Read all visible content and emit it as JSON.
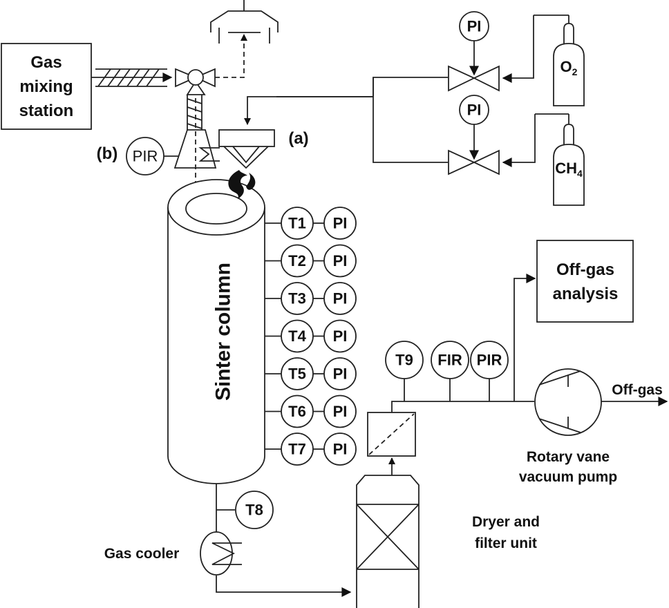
{
  "diagram": {
    "title": "Sinter column experimental setup",
    "units": {
      "gas_mixing_station": [
        "Gas",
        "mixing",
        "station"
      ],
      "off_gas_analysis": [
        "Off-gas",
        "analysis"
      ],
      "sinter_column": "Sinter column",
      "gas_cooler": "Gas cooler",
      "dryer_filter": [
        "Dryer and",
        "filter unit"
      ],
      "vacuum_pump": [
        "Rotary vane",
        "vacuum pump"
      ],
      "off_gas_outlet": "Off-gas"
    },
    "cylinders": {
      "o2": {
        "base": "O",
        "sub": "2"
      },
      "ch4": {
        "base": "CH",
        "sub": "4"
      }
    },
    "markers": {
      "burner": "(a)",
      "ignition_hood": "(b)"
    },
    "instruments": {
      "gas_supply_pi": [
        "PI",
        "PI"
      ],
      "hood_pir": "PIR",
      "column_temps": [
        "T1",
        "T2",
        "T3",
        "T4",
        "T5",
        "T6",
        "T7"
      ],
      "column_pressures": [
        "PI",
        "PI",
        "PI",
        "PI",
        "PI",
        "PI",
        "PI"
      ],
      "bottom_temp": "T8",
      "offgas_line": [
        "T9",
        "FIR",
        "PIR"
      ]
    }
  }
}
